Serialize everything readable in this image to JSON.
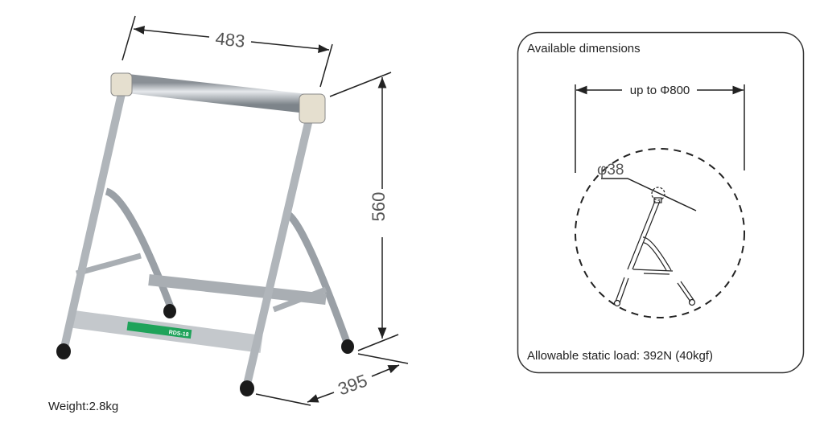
{
  "product": {
    "weight": "Weight:2.8kg",
    "width_dim": "483",
    "height_dim": "560",
    "depth_dim": "395",
    "label_logo_text": "RDS-18",
    "label_color": "#1fa35a",
    "frame_color": "#b8bcc0",
    "foot_color": "#1a1a1a"
  },
  "panel": {
    "title": "Available dimensions",
    "max_diameter": "up to Φ800",
    "pipe_diameter": "φ38",
    "load": "Allowable static load: 392N (40kgf)"
  }
}
